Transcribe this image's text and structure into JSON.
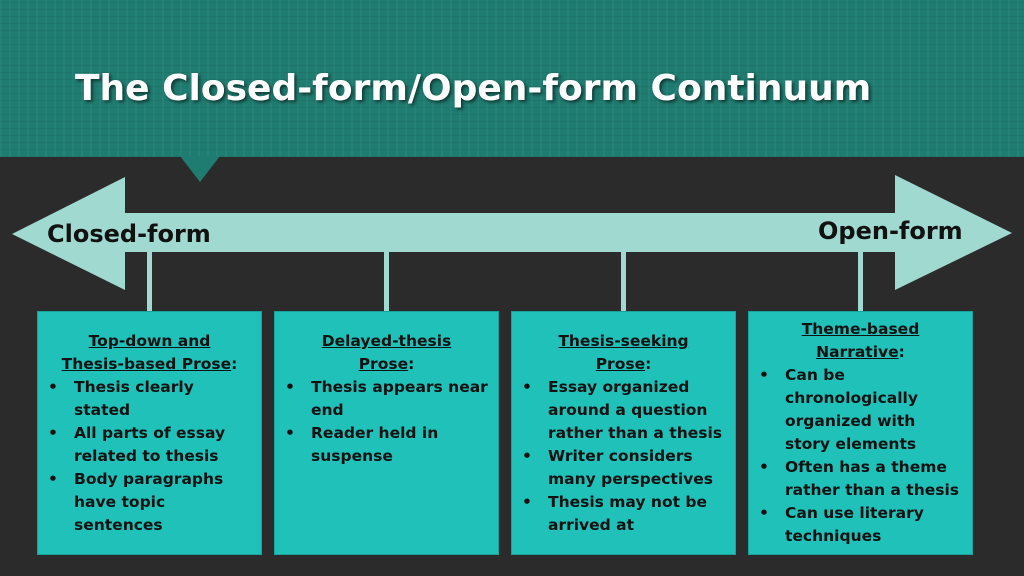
{
  "title": "The Closed-form/Open-form Continuum",
  "continuum": {
    "left_label": "Closed-form",
    "right_label": "Open-form"
  },
  "colors": {
    "header": "#1f7c70",
    "background": "#2b2b2b",
    "arrow": "#9fd9d0",
    "box": "#1fc1b9"
  },
  "boxes": [
    {
      "heading_lines": [
        "Top-down and",
        "Thesis-based Prose"
      ],
      "heading_suffix": ":",
      "bullets": [
        "Thesis clearly stated",
        "All parts of essay related to thesis",
        "Body paragraphs have topic sentences"
      ]
    },
    {
      "heading_lines": [
        "Delayed-thesis",
        "Prose"
      ],
      "heading_suffix": ":",
      "bullets": [
        "Thesis appears near end",
        "Reader held in suspense"
      ]
    },
    {
      "heading_lines": [
        "Thesis-seeking",
        "Prose"
      ],
      "heading_suffix": ":",
      "bullets": [
        "Essay organized around a question rather than a thesis",
        "Writer considers many perspectives",
        "Thesis may not be arrived at"
      ]
    },
    {
      "heading_lines": [
        "Theme-based",
        "Narrative"
      ],
      "heading_suffix": ":",
      "bullets": [
        "Can be chronologically organized with story elements",
        "Often has a theme rather than a thesis",
        "Can use literary techniques"
      ]
    }
  ]
}
